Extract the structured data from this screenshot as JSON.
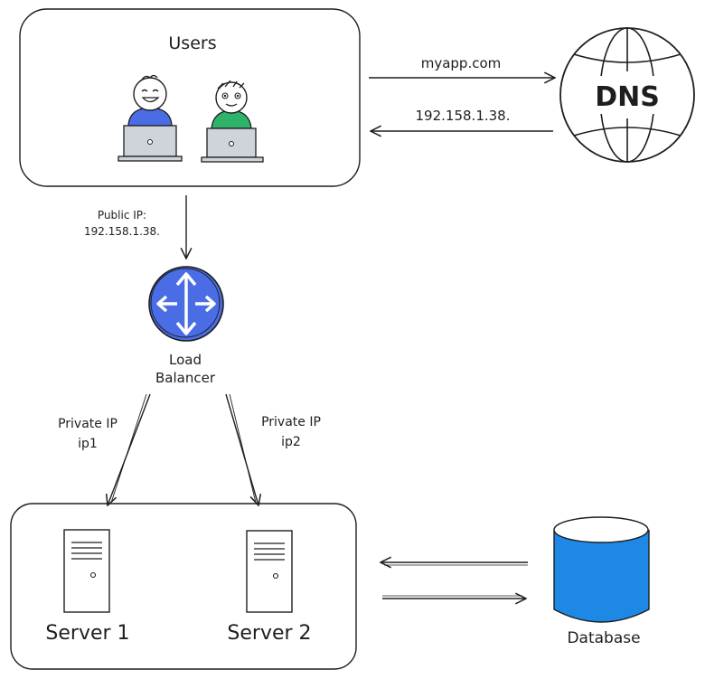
{
  "users": {
    "title": "Users"
  },
  "dns": {
    "label": "DNS"
  },
  "edges": {
    "request_domain": "myapp.com",
    "response_ip": "192.158.1.38.",
    "public_ip_line1": "Public IP:",
    "public_ip_line2": "192.158.1.38.",
    "private_ip1_line1": "Private IP",
    "private_ip1_line2": "ip1",
    "private_ip2_line1": "Private IP",
    "private_ip2_line2": "ip2"
  },
  "load_balancer": {
    "line1": "Load",
    "line2": "Balancer"
  },
  "servers": [
    {
      "label": "Server 1"
    },
    {
      "label": "Server 2"
    }
  ],
  "database": {
    "label": "Database"
  },
  "colors": {
    "user1_shirt": "#4a6de5",
    "user2_shirt": "#2fb36b",
    "load_balancer": "#4a6de5",
    "database": "#1e88e5",
    "stroke": "#1e1e1e"
  }
}
